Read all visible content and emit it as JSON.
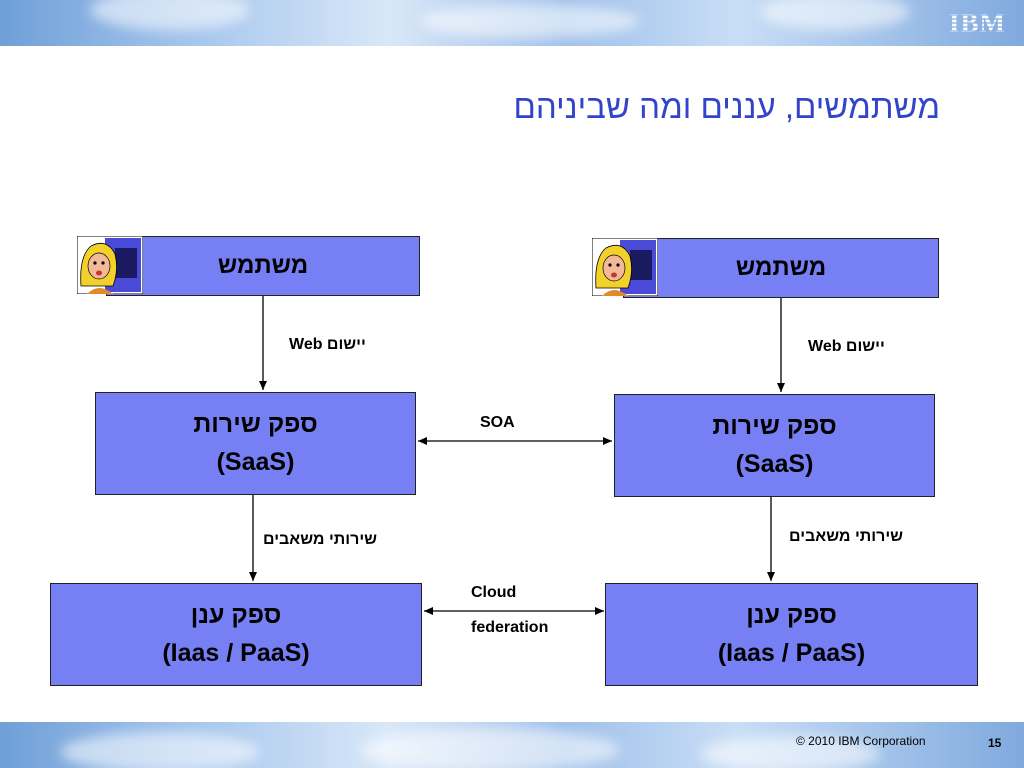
{
  "header": {
    "logo_text": "IBM"
  },
  "slide": {
    "title": "משתמשים, עננים ומה שביניהם"
  },
  "diagram": {
    "left": {
      "user": "משתמש",
      "web_label": "יישום Web",
      "saas_line1": "ספק שירות",
      "saas_line2": "(SaaS)",
      "compute_label": "שירותי משאבים",
      "cloud_line1": "ספק ענן",
      "cloud_line2": "(Iaas / PaaS)"
    },
    "right": {
      "user": "משתמש",
      "web_label": "יישום Web",
      "saas_line1": "ספק שירות",
      "saas_line2": "(SaaS)",
      "compute_label": "שירותי משאבים",
      "cloud_line1": "ספק ענן",
      "cloud_line2": "(Iaas / PaaS)"
    },
    "soa_label": "SOA",
    "federation_line1": "Cloud",
    "federation_line2": "federation"
  },
  "footer": {
    "copyright": "© 2010 IBM Corporation",
    "page_number": "15"
  },
  "colors": {
    "box_fill": "#7680f4",
    "title": "#3344cc"
  }
}
